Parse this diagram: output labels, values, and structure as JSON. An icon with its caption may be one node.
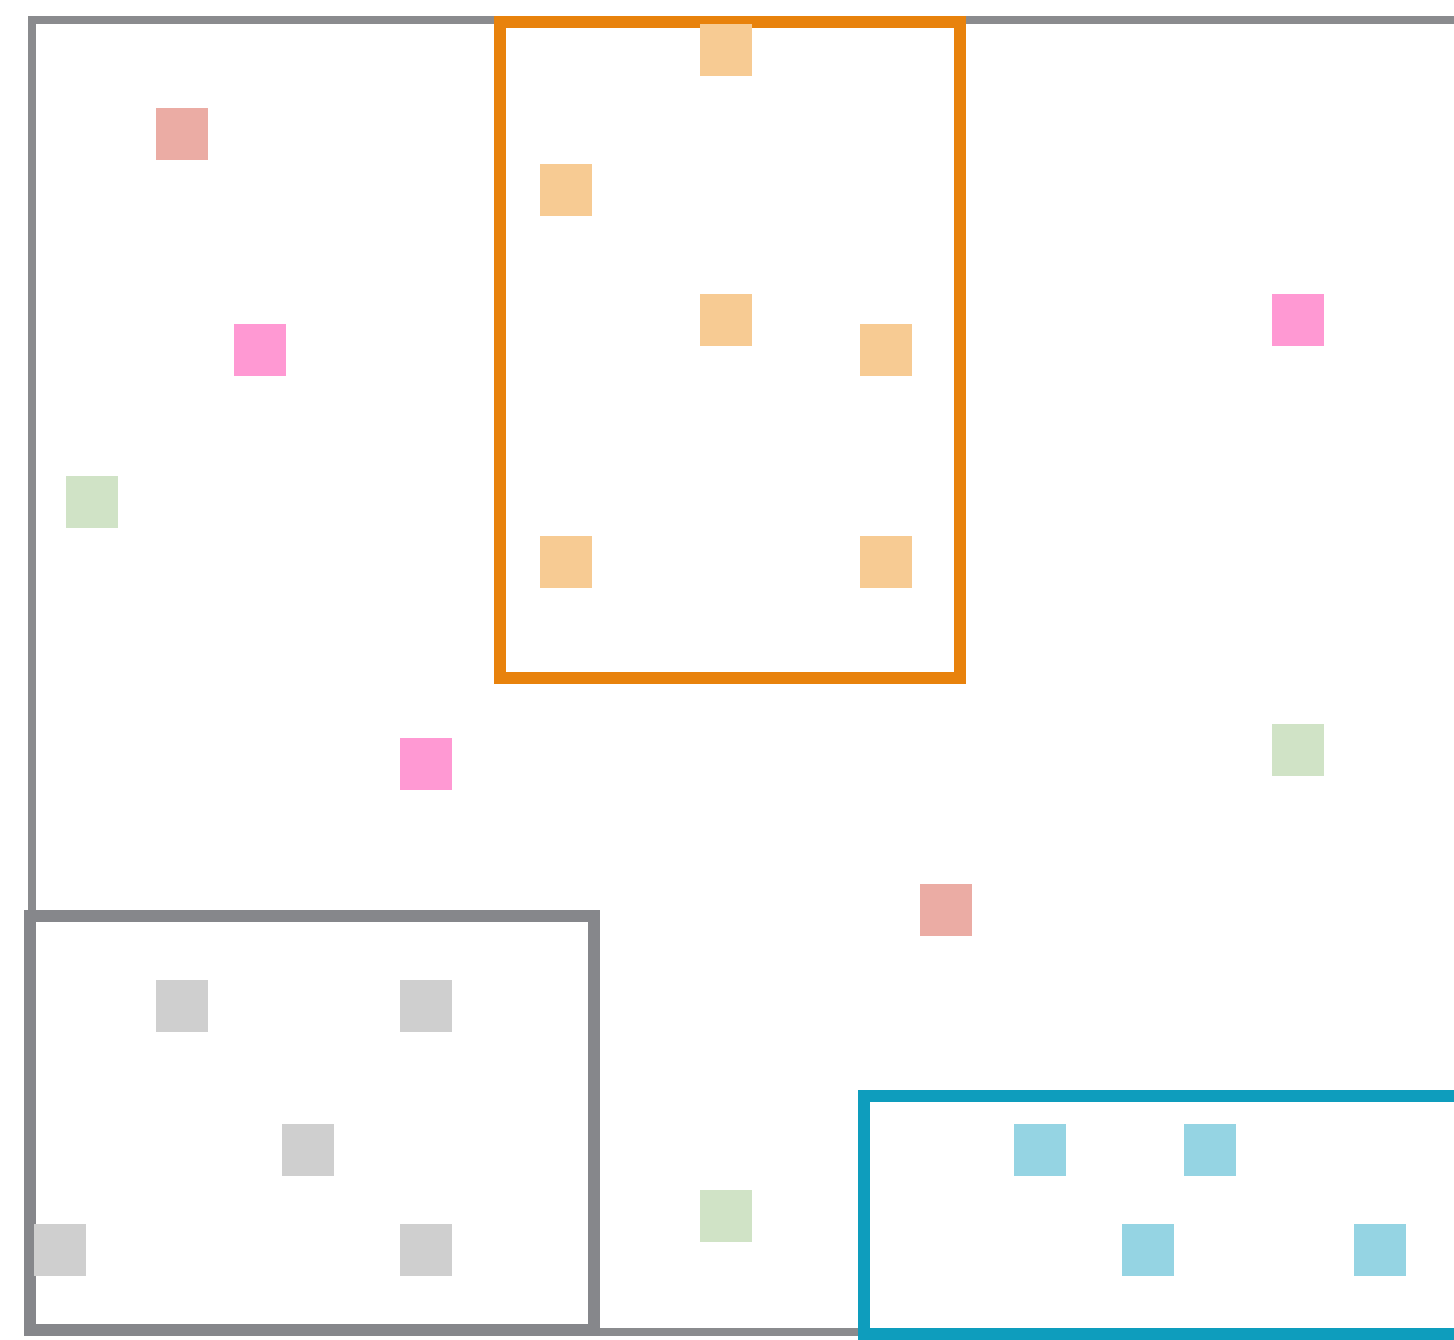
{
  "diagram": {
    "nodes": [
      {
        "text": [],
        "shape": "box"
      },
      {
        "text": [],
        "shape": "box",
        "in": 0
      },
      {
        "text": [],
        "shape": "box",
        "in": 0
      },
      {
        "text": [],
        "shape": "box",
        "in": 2
      },
      {
        "text": [],
        "shape": "box",
        "in": 2
      },
      {
        "text": [],
        "shape": "box",
        "in": 2
      },
      {
        "text": [],
        "shape": "box",
        "in": 2
      },
      {
        "text": [],
        "shape": "box",
        "in": 2
      },
      {
        "text": [],
        "shape": "box",
        "in": 2
      },
      {
        "text": [],
        "shape": "box",
        "in": 0
      },
      {
        "text": [],
        "shape": "box",
        "in": 0
      },
      {
        "text": [],
        "shape": "box",
        "in": 0
      },
      {
        "text": [],
        "shape": "box",
        "in": 0
      },
      {
        "text": [],
        "shape": "box",
        "in": 0
      },
      {
        "text": [],
        "shape": "box",
        "in": 0
      },
      {
        "text": [],
        "shape": "box",
        "in": 0
      },
      {
        "text": [],
        "shape": "box",
        "in": 15
      },
      {
        "text": [],
        "shape": "box",
        "in": 15
      },
      {
        "text": [],
        "shape": "box",
        "in": 15
      },
      {
        "text": [],
        "shape": "box",
        "in": 15
      },
      {
        "text": [],
        "shape": "box",
        "in": 15
      },
      {
        "text": [],
        "shape": "box",
        "in": 0
      },
      {
        "text": [],
        "shape": "box",
        "in": 21
      },
      {
        "text": [],
        "shape": "box",
        "in": 21
      },
      {
        "text": [],
        "shape": "box",
        "in": 21
      },
      {
        "text": [],
        "shape": "box",
        "in": 21
      },
      {
        "text": [],
        "shape": "box",
        "in": 0
      }
    ]
  }
}
